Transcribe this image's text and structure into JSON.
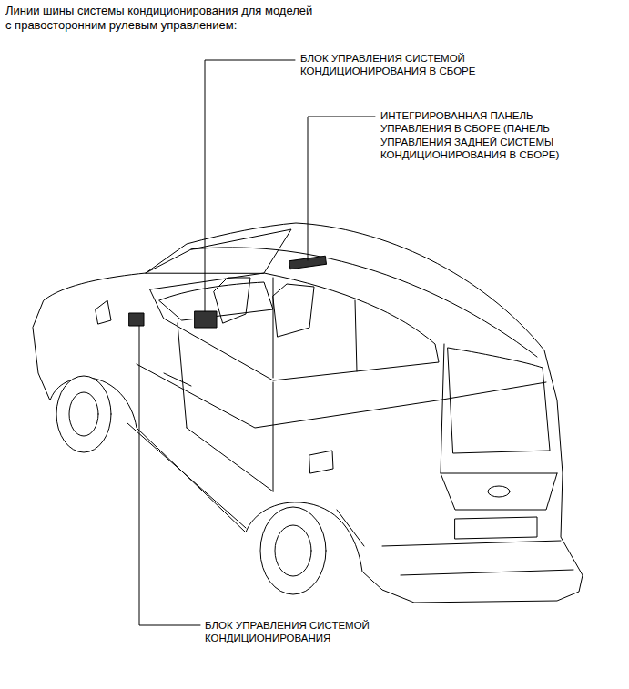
{
  "diagram": {
    "title": "Линии шины системы кондиционирования для моделей с правосторонним рулевым управлением:",
    "labels": [
      "БЛОК УПРАВЛЕНИЯ СИСТЕМОЙ КОНДИЦИОНИРОВАНИЯ В СБОРЕ",
      "ИНТЕГРИРОВАННАЯ ПАНЕЛЬ УПРАВЛЕНИЯ В СБОРЕ (ПАНЕЛЬ УПРАВЛЕНИЯ ЗАДНЕЙ СИСТЕМЫ КОНДИЦИОНИРОВАНИЯ В СБОРЕ)",
      "БЛОК УПРАВЛЕНИЯ СИСТЕМОЙ КОНДИЦИОНИРОВАНИЯ"
    ]
  }
}
